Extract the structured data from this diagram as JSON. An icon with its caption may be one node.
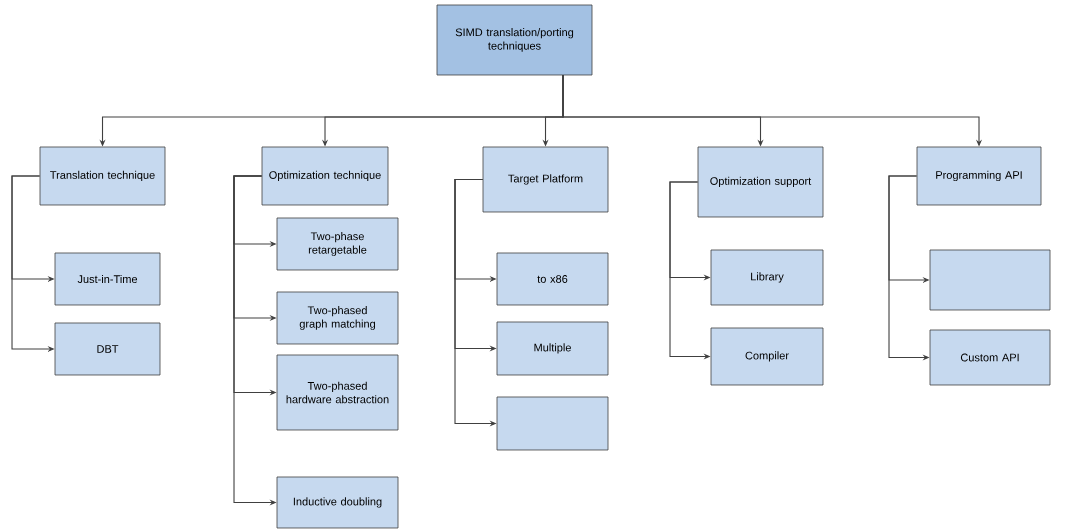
{
  "diagram": {
    "nodes": [
      {
        "text": [
          "SIMD translation/porting techniques"
        ]
      },
      {
        "text": [
          "Translation technique"
        ]
      },
      {
        "text": [
          "Just-in-Time"
        ]
      },
      {
        "text": [
          "DBT"
        ]
      },
      {
        "text": [
          "Optimization technique"
        ]
      },
      {
        "text": [
          "Two-phase retargetable"
        ]
      },
      {
        "text": [
          "Two-phased graph matching"
        ]
      },
      {
        "text": [
          "Two-phased hardware abstraction"
        ]
      },
      {
        "text": [
          "Inductive doubling"
        ]
      },
      {
        "text": [
          "Target Platform"
        ]
      },
      {
        "text": [
          "to x86"
        ]
      },
      {
        "text": [
          "Multiple"
        ]
      },
      {
        "text": [],
        "shape": "box"
      },
      {
        "text": [
          "Optimization support"
        ]
      },
      {
        "text": [
          "Library"
        ]
      },
      {
        "text": [
          "Compiler"
        ]
      },
      {
        "text": [
          "Programming API"
        ]
      },
      {
        "text": [],
        "shape": "box"
      },
      {
        "text": [
          "Custom API"
        ]
      }
    ],
    "edges": [
      {
        "from": 0,
        "to": 1,
        "arrow": "to"
      },
      {
        "from": 0,
        "to": 4,
        "arrow": "to"
      },
      {
        "from": 0,
        "to": 9,
        "arrow": "to"
      },
      {
        "from": 0,
        "to": 13,
        "arrow": "to"
      },
      {
        "from": 0,
        "to": 16,
        "arrow": "to"
      },
      {
        "from": 1,
        "to": 2,
        "arrow": "to"
      },
      {
        "from": 1,
        "to": 3,
        "arrow": "to"
      },
      {
        "from": 4,
        "to": 5,
        "arrow": "to"
      },
      {
        "from": 4,
        "to": 6,
        "arrow": "to"
      },
      {
        "from": 4,
        "to": 7,
        "arrow": "to"
      },
      {
        "from": 4,
        "to": 8,
        "arrow": "to"
      },
      {
        "from": 9,
        "to": 10,
        "arrow": "to"
      },
      {
        "from": 9,
        "to": 11,
        "arrow": "to"
      },
      {
        "from": 9,
        "to": 12,
        "arrow": "to"
      },
      {
        "from": 13,
        "to": 14,
        "arrow": "to"
      },
      {
        "from": 13,
        "to": 15,
        "arrow": "to"
      },
      {
        "from": 16,
        "to": 17,
        "arrow": "to"
      },
      {
        "from": 16,
        "to": 18,
        "arrow": "to"
      }
    ]
  }
}
